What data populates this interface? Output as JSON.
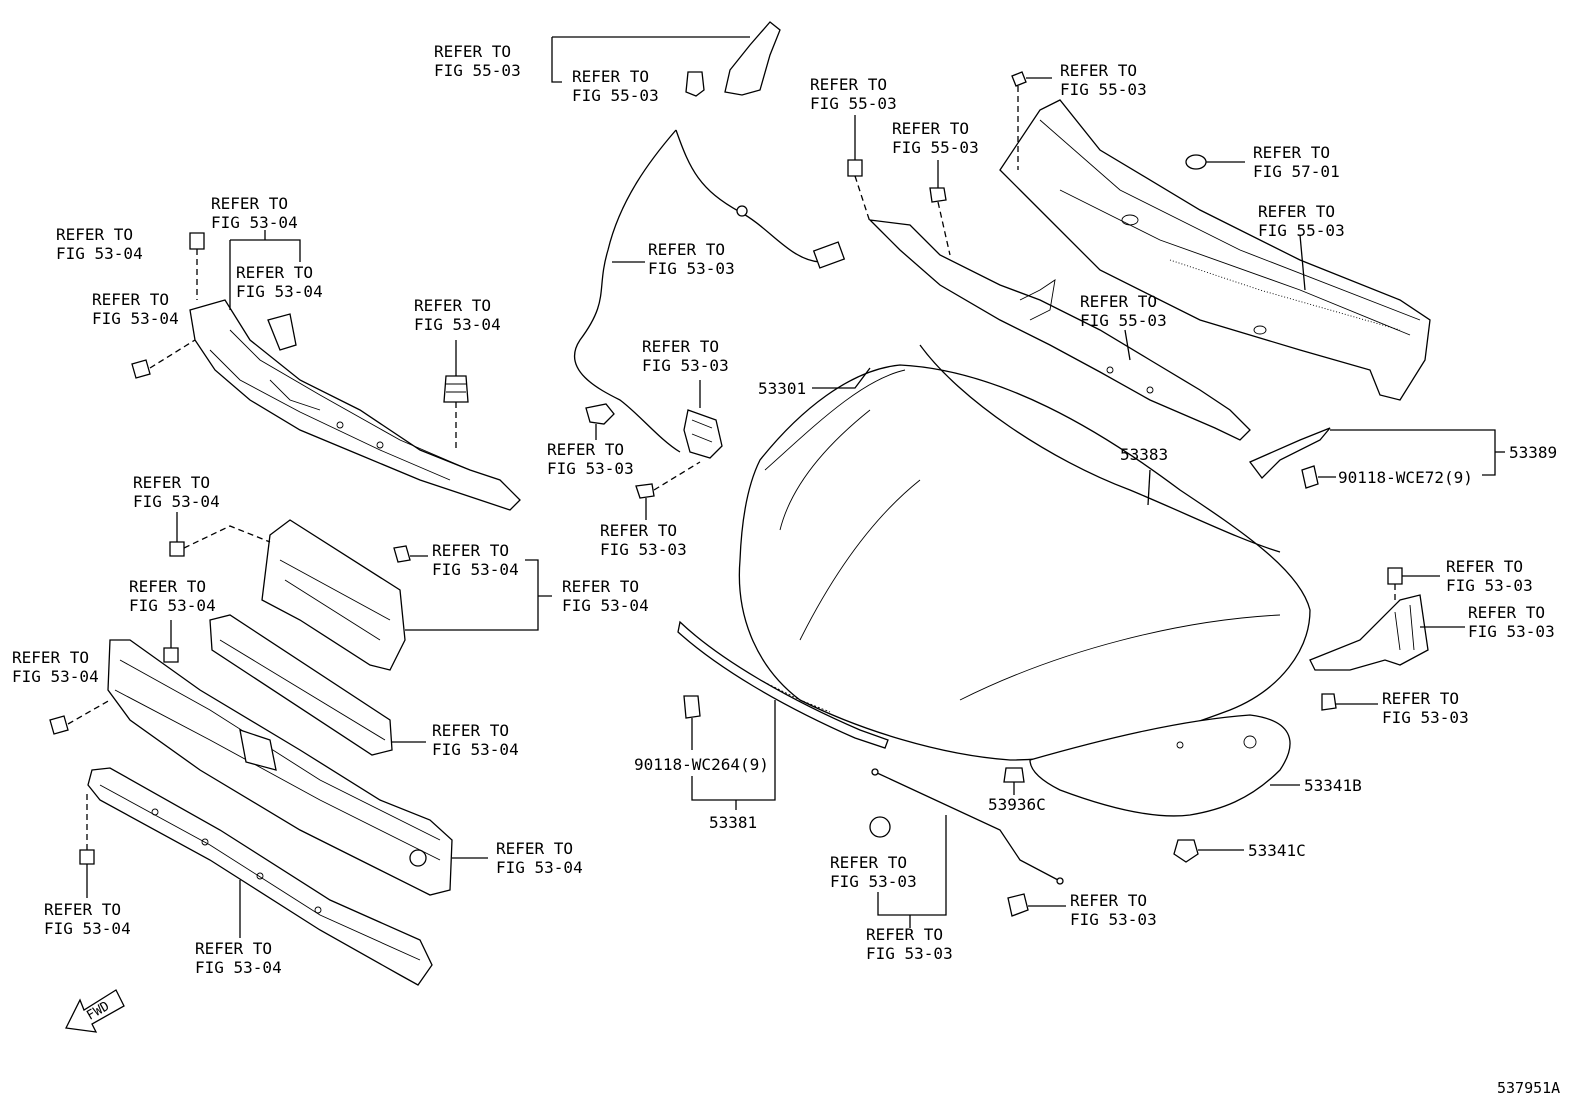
{
  "refs": {
    "f55_03": [
      "REFER TO",
      "FIG 55-03"
    ],
    "f53_04": [
      "REFER TO",
      "FIG 53-04"
    ],
    "f53_03": [
      "REFER TO",
      "FIG 53-03"
    ],
    "f57_01": [
      "REFER TO",
      "FIG 57-01"
    ]
  },
  "parts": {
    "hood": "53301",
    "hood_seal": "53383",
    "hood_side_seal": "53389",
    "clip_90118_wce72": "90118-WCE72(9)",
    "front_seal": "53381",
    "clip_90118_wc264": "90118-WC264(9)",
    "cushion": "53936C",
    "insulator": "53341B",
    "insulator_clip": "53341C"
  },
  "fwd_label": "FWD",
  "figure_id": "537951A"
}
